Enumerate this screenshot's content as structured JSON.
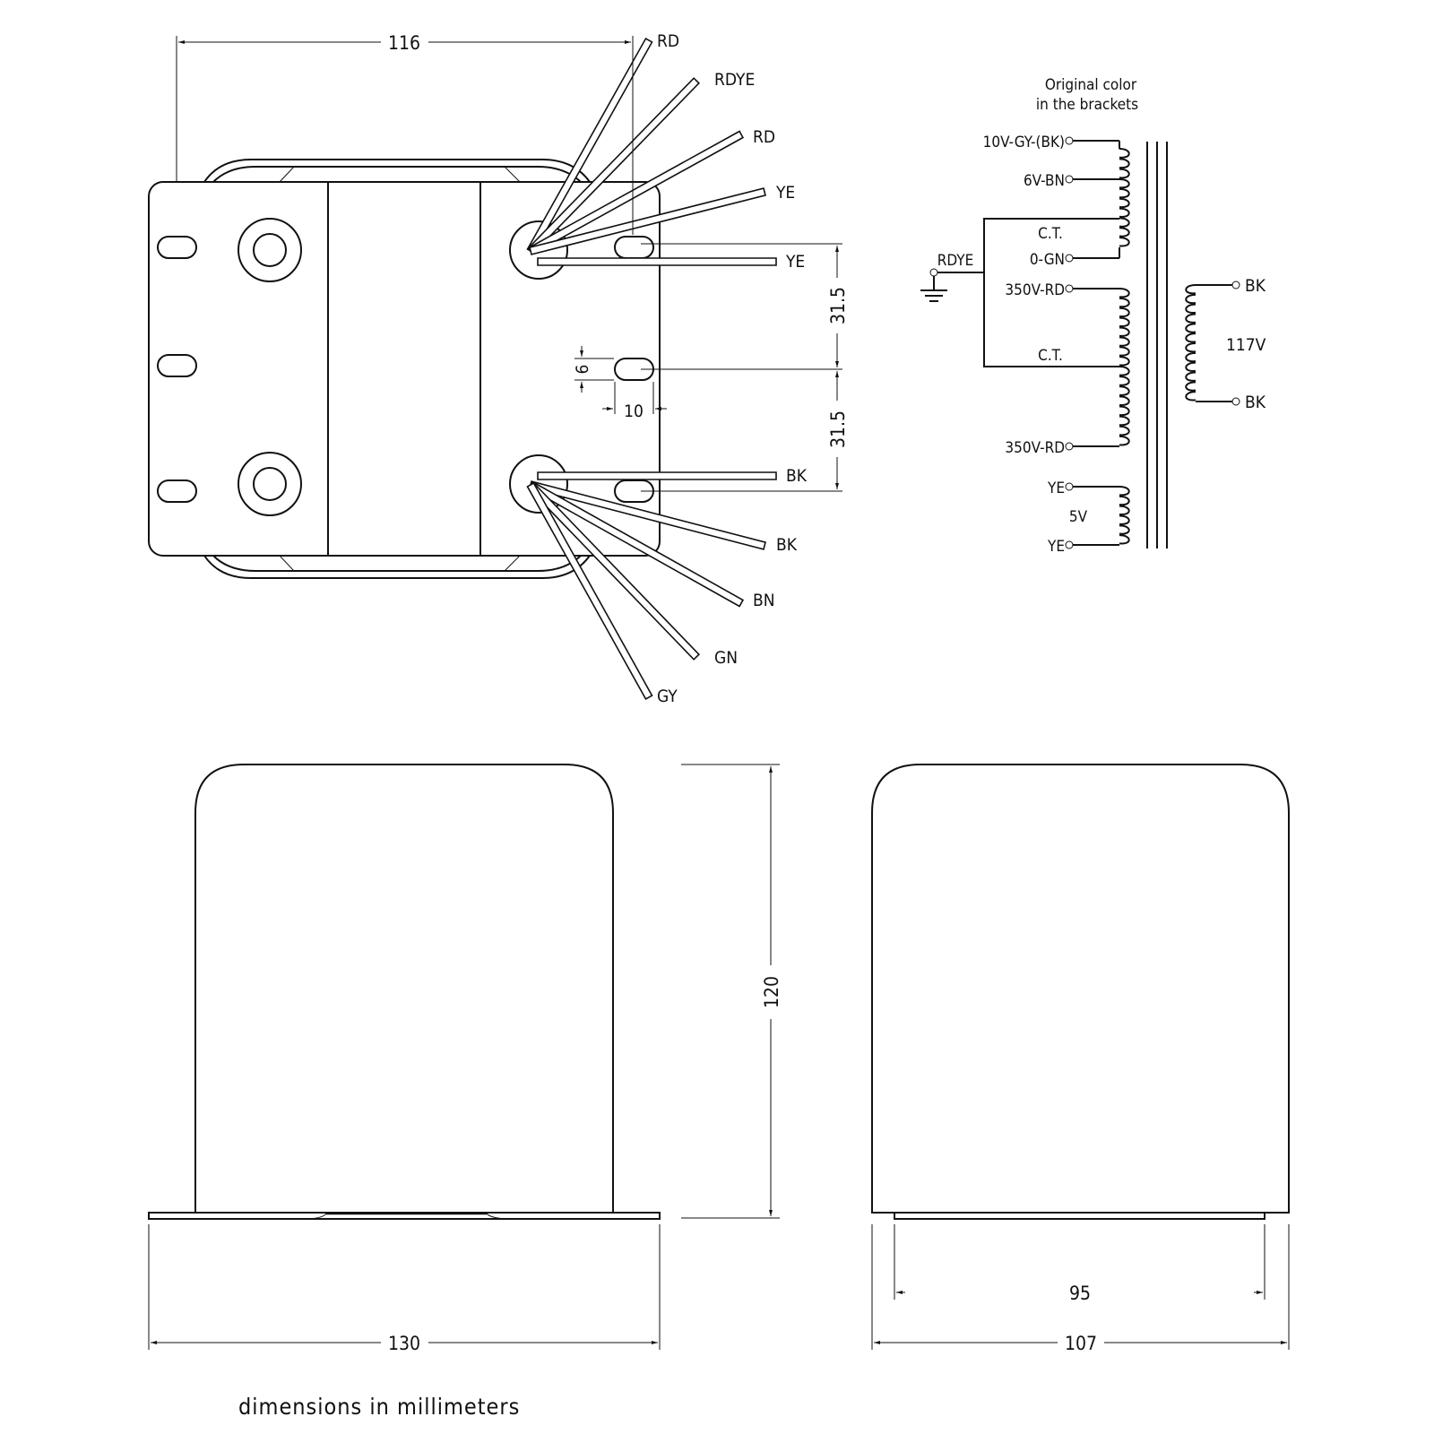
{
  "dimensions": {
    "top_width": "116",
    "pitch_upper": "31.5",
    "pitch_lower": "31.5",
    "slot_height": "6",
    "slot_offset": "10",
    "height": "120",
    "base_width": "130",
    "side_inner_width": "95",
    "side_width": "107"
  },
  "wires_top": [
    "RD",
    "RDYE",
    "RD",
    "YE",
    "YE"
  ],
  "wires_bottom": [
    "BK",
    "BK",
    "BN",
    "GN",
    "GY"
  ],
  "schematic": {
    "note_line1": "Original color",
    "note_line2": "in the brackets",
    "taps": {
      "t10v": "10V-GY-(BK)",
      "t6v": "6V-BN",
      "ct1": "C.T.",
      "t0gn": "0-GN",
      "ground": "RDYE",
      "t350a": "350V-RD",
      "ct2": "C.T.",
      "t350b": "350V-RD",
      "ye_top": "YE",
      "v5": "5V",
      "ye_bottom": "YE",
      "prim_top": "BK",
      "prim_voltage": "117V",
      "prim_bottom": "BK"
    }
  },
  "footer": "dimensions  in  millimeters"
}
